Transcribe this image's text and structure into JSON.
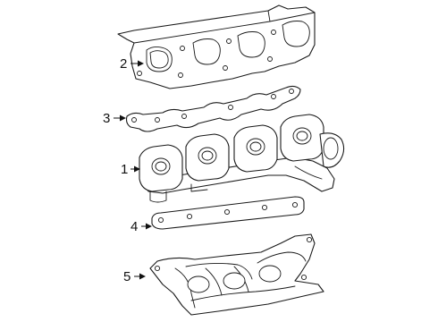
{
  "callouts": [
    {
      "id": "2",
      "part": "outer-heat-shield"
    },
    {
      "id": "3",
      "part": "manifold-gasket"
    },
    {
      "id": "1",
      "part": "exhaust-manifold"
    },
    {
      "id": "4",
      "part": "gasket-retainer-strip"
    },
    {
      "id": "5",
      "part": "lower-heat-shield"
    }
  ],
  "colors": {
    "line": "#1a1a1a",
    "background": "#ffffff"
  }
}
